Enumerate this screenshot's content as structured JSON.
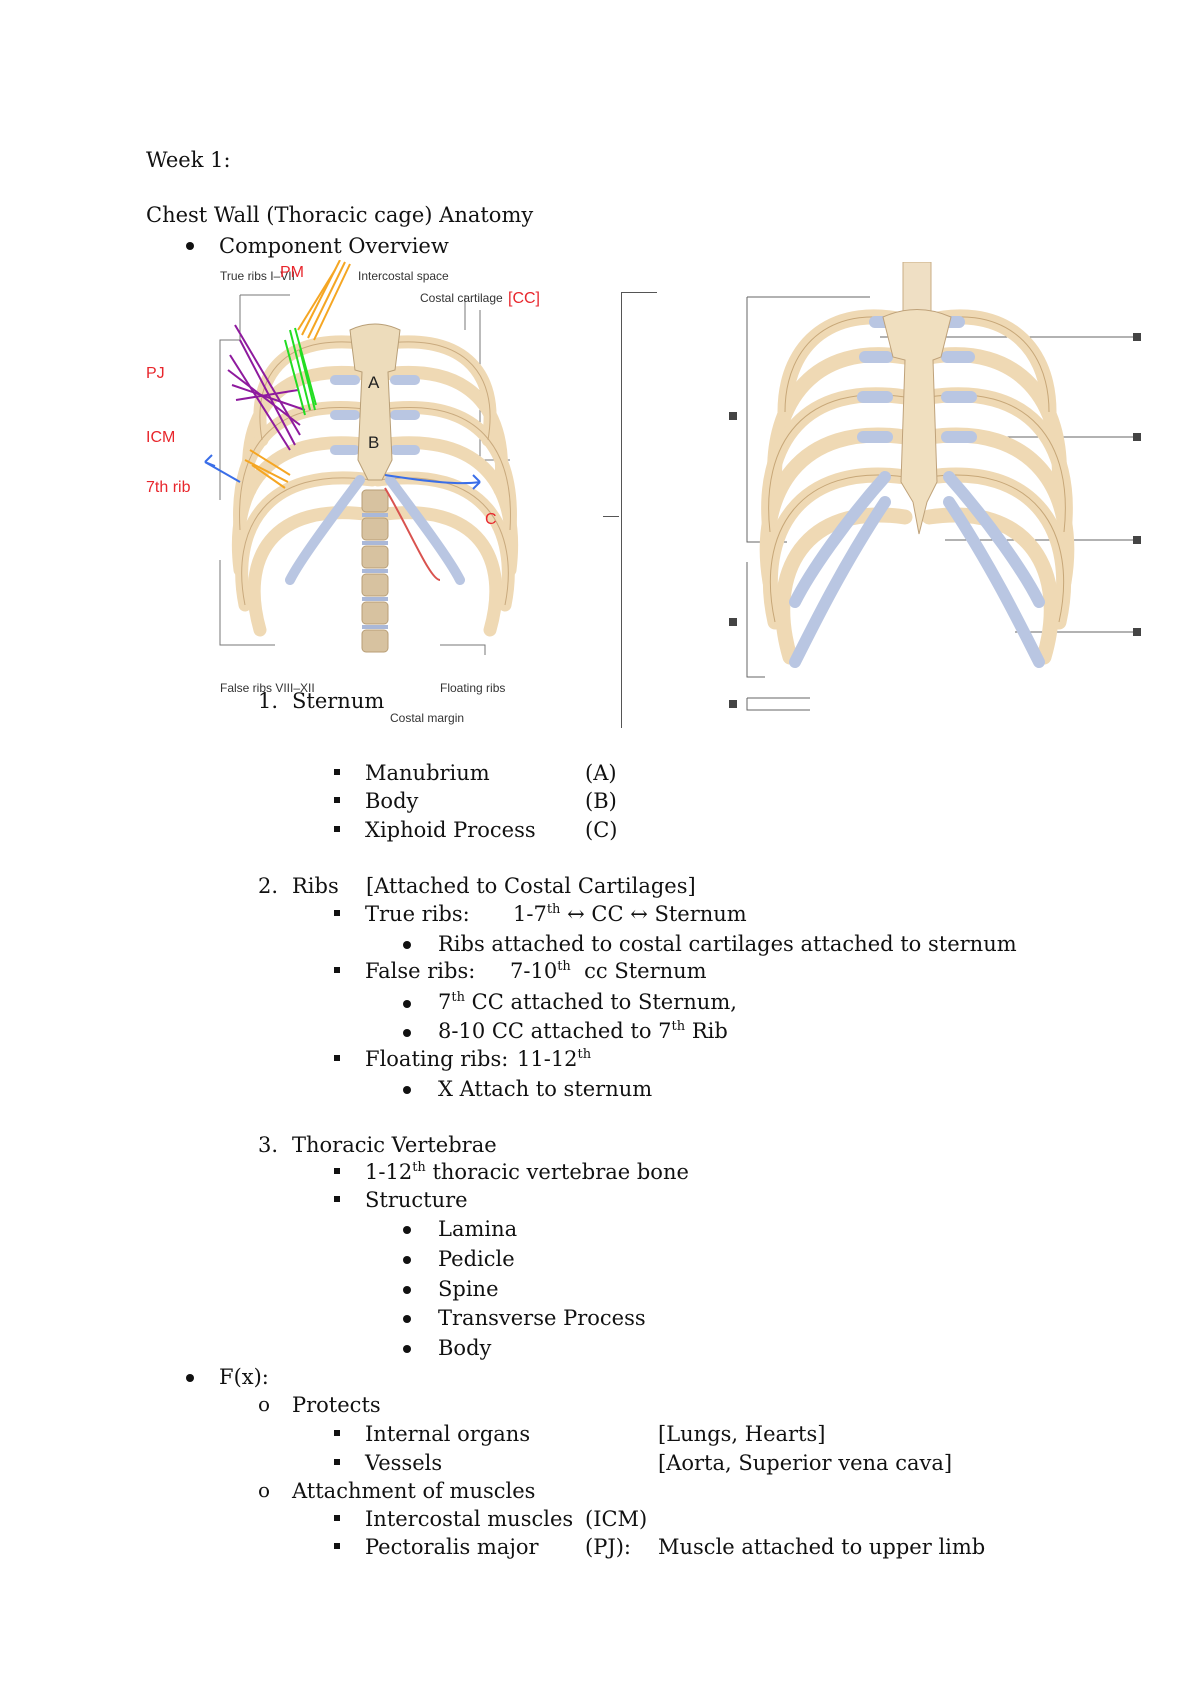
{
  "doc": {
    "week": "Week 1:",
    "title": "Chest Wall (Thoracic cage) Anatomy",
    "overview": "Component Overview"
  },
  "figure1": {
    "red_labels": {
      "pm": "PM",
      "pj": "PJ",
      "icm": "ICM",
      "rib7": "7th rib",
      "cc": "[CC]",
      "c": "C"
    },
    "labels": {
      "true_ribs": "True ribs I–VII",
      "intercostal": "Intercostal space",
      "costal_cartilage": "Costal cartilage",
      "false_ribs": "False ribs VIII–XII",
      "floating": "Floating ribs",
      "costal_margin": "Costal margin",
      "a": "A",
      "b": "B"
    },
    "colors": {
      "bone": "#efd9b4",
      "cartilage": "#b9c6e2",
      "pm": "#f5a623",
      "pj": "#8e1a9e",
      "icm": "#22dd22",
      "arrow": "#3a6ee8",
      "red": "#e8262c"
    }
  },
  "sternum": {
    "num": "1.",
    "title": "Sternum",
    "items": [
      {
        "name": "Manubrium",
        "code": "(A)"
      },
      {
        "name": "Body",
        "code": "(B)"
      },
      {
        "name": "Xiphoid Process",
        "code": "(C)"
      }
    ]
  },
  "ribs": {
    "num": "2.",
    "title": "Ribs",
    "note": "[Attached to Costal Cartilages]",
    "true_label": "True ribs:",
    "true_pre": "1-7",
    "true_sup": "th",
    "true_post": " ↔ CC ↔ Sternum",
    "true_sub": "Ribs attached to costal cartilages attached to sternum",
    "false_label": "False ribs:",
    "false_pre": "7-10",
    "false_sup": "th",
    "false_post": "  cc Sternum",
    "false_sub1_pre": "7",
    "false_sub1_sup": "th",
    "false_sub1_post": " CC attached to Sternum,",
    "false_sub2_pre": "8-10 CC attached to 7",
    "false_sub2_sup": "th",
    "false_sub2_post": " Rib",
    "floating_label": "Floating ribs:",
    "floating_pre": "11-12",
    "floating_sup": "th",
    "floating_sub": "X Attach to sternum"
  },
  "vertebrae": {
    "num": "3.",
    "title": "Thoracic Vertebrae",
    "item1_pre": "1-12",
    "item1_sup": "th",
    "item1_post": " thoracic vertebrae bone",
    "item2": "Structure",
    "structure": [
      "Lamina",
      "Pedicle",
      "Spine",
      "Transverse Process",
      "Body"
    ]
  },
  "function": {
    "title": "F(x):",
    "protects": "Protects",
    "internal": "Internal organs",
    "internal_note": "[Lungs, Hearts]",
    "vessels": "Vessels",
    "vessels_note": "[Aorta, Superior vena cava]",
    "attach": "Attachment of muscles",
    "icm": "Intercostal muscles",
    "icm_code": "(ICM)",
    "pj": "Pectoralis major",
    "pj_code": "(PJ):",
    "pj_note": "Muscle attached to upper limb"
  }
}
